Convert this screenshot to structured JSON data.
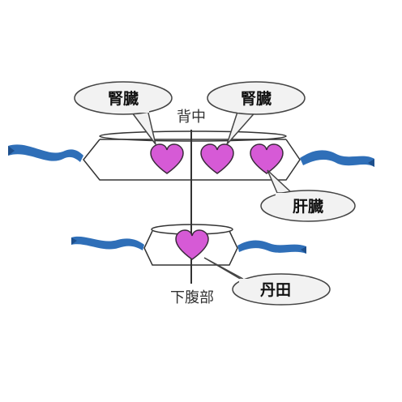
{
  "labels": {
    "back": "背中",
    "lower_abdomen": "下腹部",
    "kidney_left": "腎臓",
    "kidney_right": "腎臓",
    "liver": "肝臓",
    "dantian": "丹田"
  },
  "colors": {
    "heart_fill": "#d65ad6",
    "heart_stroke": "#3a2a3a",
    "ribbon": "#2f6fb8",
    "ribbon_dark": "#1d4f8c",
    "bubble_fill": "#f2f2f2",
    "line": "#333333"
  },
  "icons": [
    "heart-icon",
    "ribbon-icon",
    "speech-bubble"
  ]
}
